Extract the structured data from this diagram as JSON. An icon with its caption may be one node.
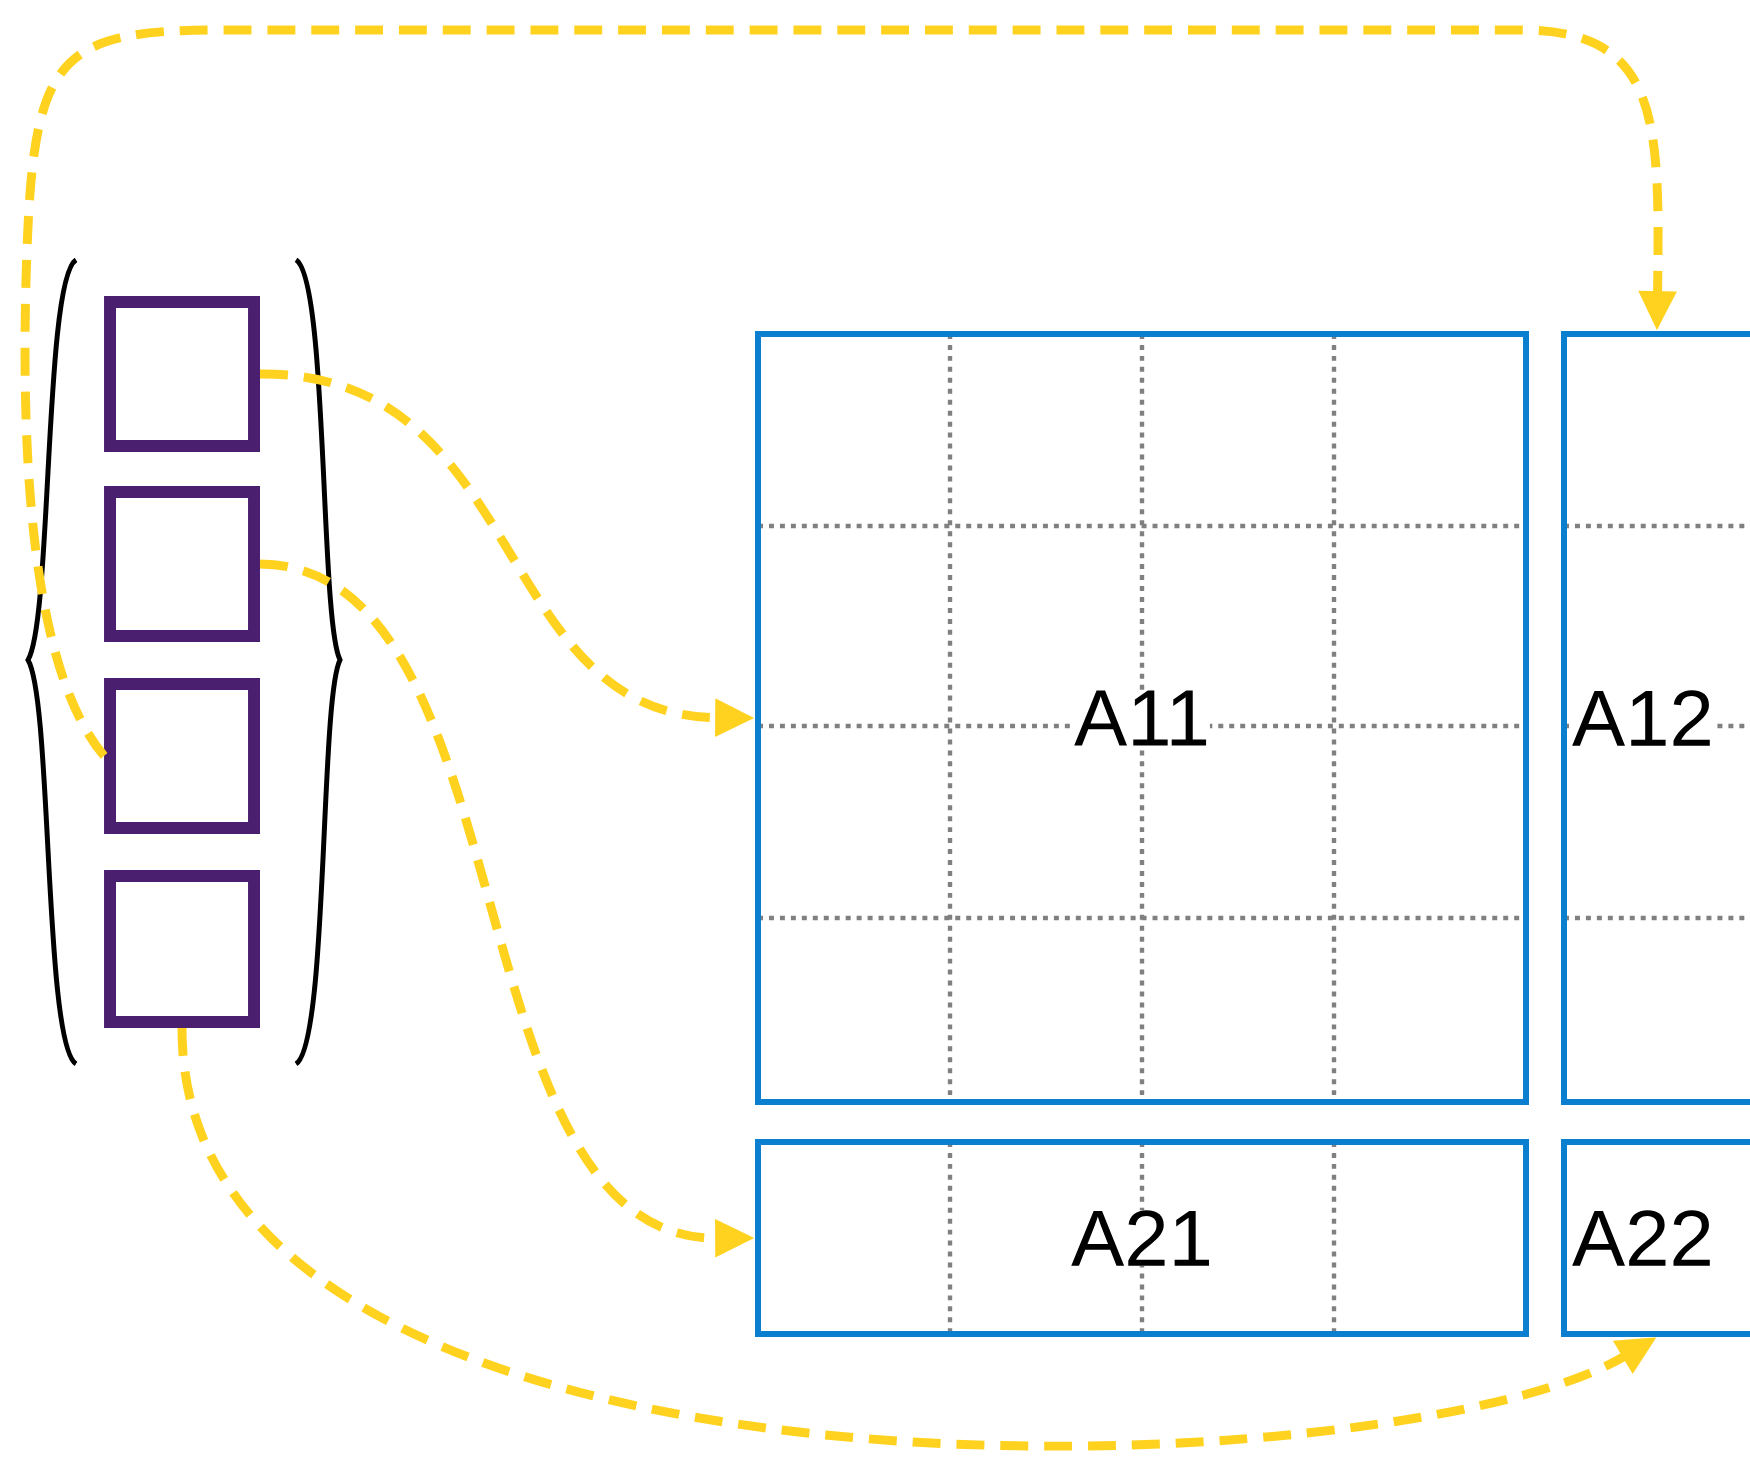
{
  "diagram": {
    "nodes": [
      {
        "text": [],
        "shape": "box"
      },
      {
        "text": [],
        "shape": "box"
      },
      {
        "text": [],
        "shape": "box"
      },
      {
        "text": [],
        "shape": "box"
      },
      {
        "text": [
          "A11"
        ]
      },
      {
        "text": [
          "A12"
        ]
      },
      {
        "text": [
          "A21"
        ]
      },
      {
        "text": [
          "A22"
        ]
      }
    ],
    "edges": [
      {
        "from": 0,
        "to": 4,
        "arrow": "to",
        "style": "dashed",
        "color": "#ffd21f"
      },
      {
        "from": 1,
        "to": 6,
        "arrow": "to",
        "style": "dashed",
        "color": "#ffd21f"
      },
      {
        "from": 2,
        "to": 5,
        "arrow": "to",
        "style": "dashed",
        "color": "#ffd21f"
      },
      {
        "from": 3,
        "to": 7,
        "arrow": "to",
        "style": "dashed",
        "color": "#ffd21f"
      }
    ]
  }
}
